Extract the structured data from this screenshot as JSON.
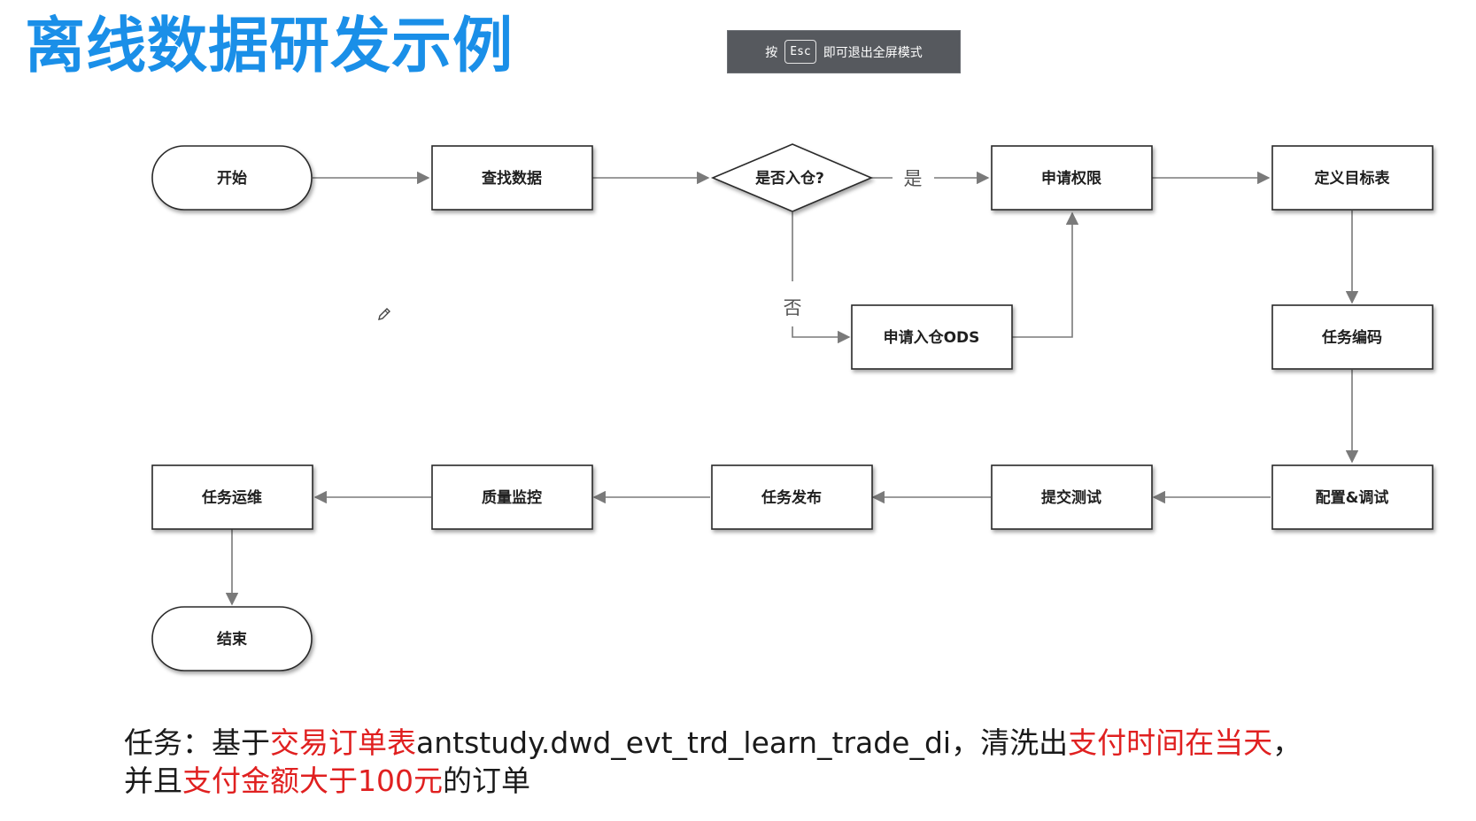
{
  "slide": {
    "title": "离线数据研发示例"
  },
  "fullscreen_hint": {
    "prefix": "按",
    "key": "Esc",
    "suffix": "即可退出全屏模式"
  },
  "flowchart": {
    "nodes": {
      "start": "开始",
      "find_data": "查找数据",
      "decision": "是否入仓?",
      "apply_permission": "申请权限",
      "define_target": "定义目标表",
      "apply_ods": "申请入仓ODS",
      "task_coding": "任务编码",
      "config_debug": "配置&调试",
      "submit_test": "提交测试",
      "task_release": "任务发布",
      "quality_monitor": "质量监控",
      "task_ops": "任务运维",
      "end": "结束"
    },
    "edge_labels": {
      "yes": "是",
      "no": "否"
    }
  },
  "task": {
    "part1": "任务：基于",
    "part2": "交易订单表",
    "part3": "antstudy.dwd_evt_trd_learn_trade_di，清洗出",
    "part4": "支付时间在当天",
    "part5": "，",
    "part6": "并且",
    "part7": "支付金额大于100元",
    "part8": "的订单"
  },
  "colors": {
    "title": "#1a8fe8",
    "highlight": "#e02020",
    "edge": "#7a7a7a",
    "node_border": "#2a2a2a"
  }
}
